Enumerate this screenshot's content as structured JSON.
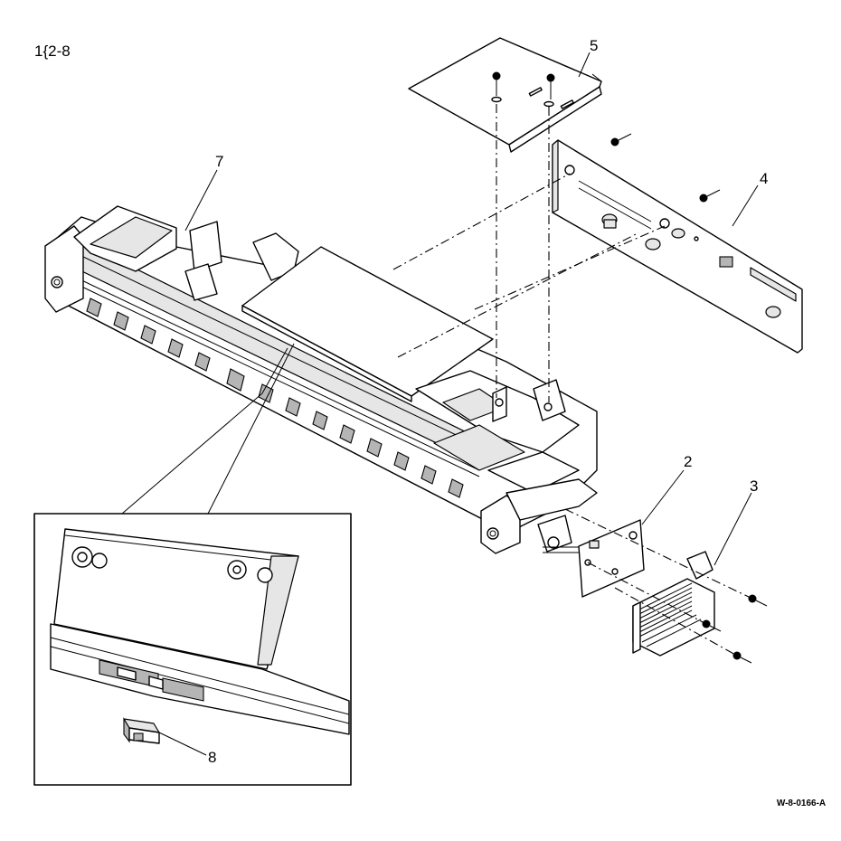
{
  "figure_ref": "1{2-8",
  "figure_code": "W-8-0166-A",
  "callouts": [
    {
      "id": "callout-2",
      "text": "2"
    },
    {
      "id": "callout-3",
      "text": "3"
    },
    {
      "id": "callout-4",
      "text": "4"
    },
    {
      "id": "callout-5",
      "text": "5"
    },
    {
      "id": "callout-7",
      "text": "7"
    },
    {
      "id": "callout-8",
      "text": "8"
    }
  ]
}
